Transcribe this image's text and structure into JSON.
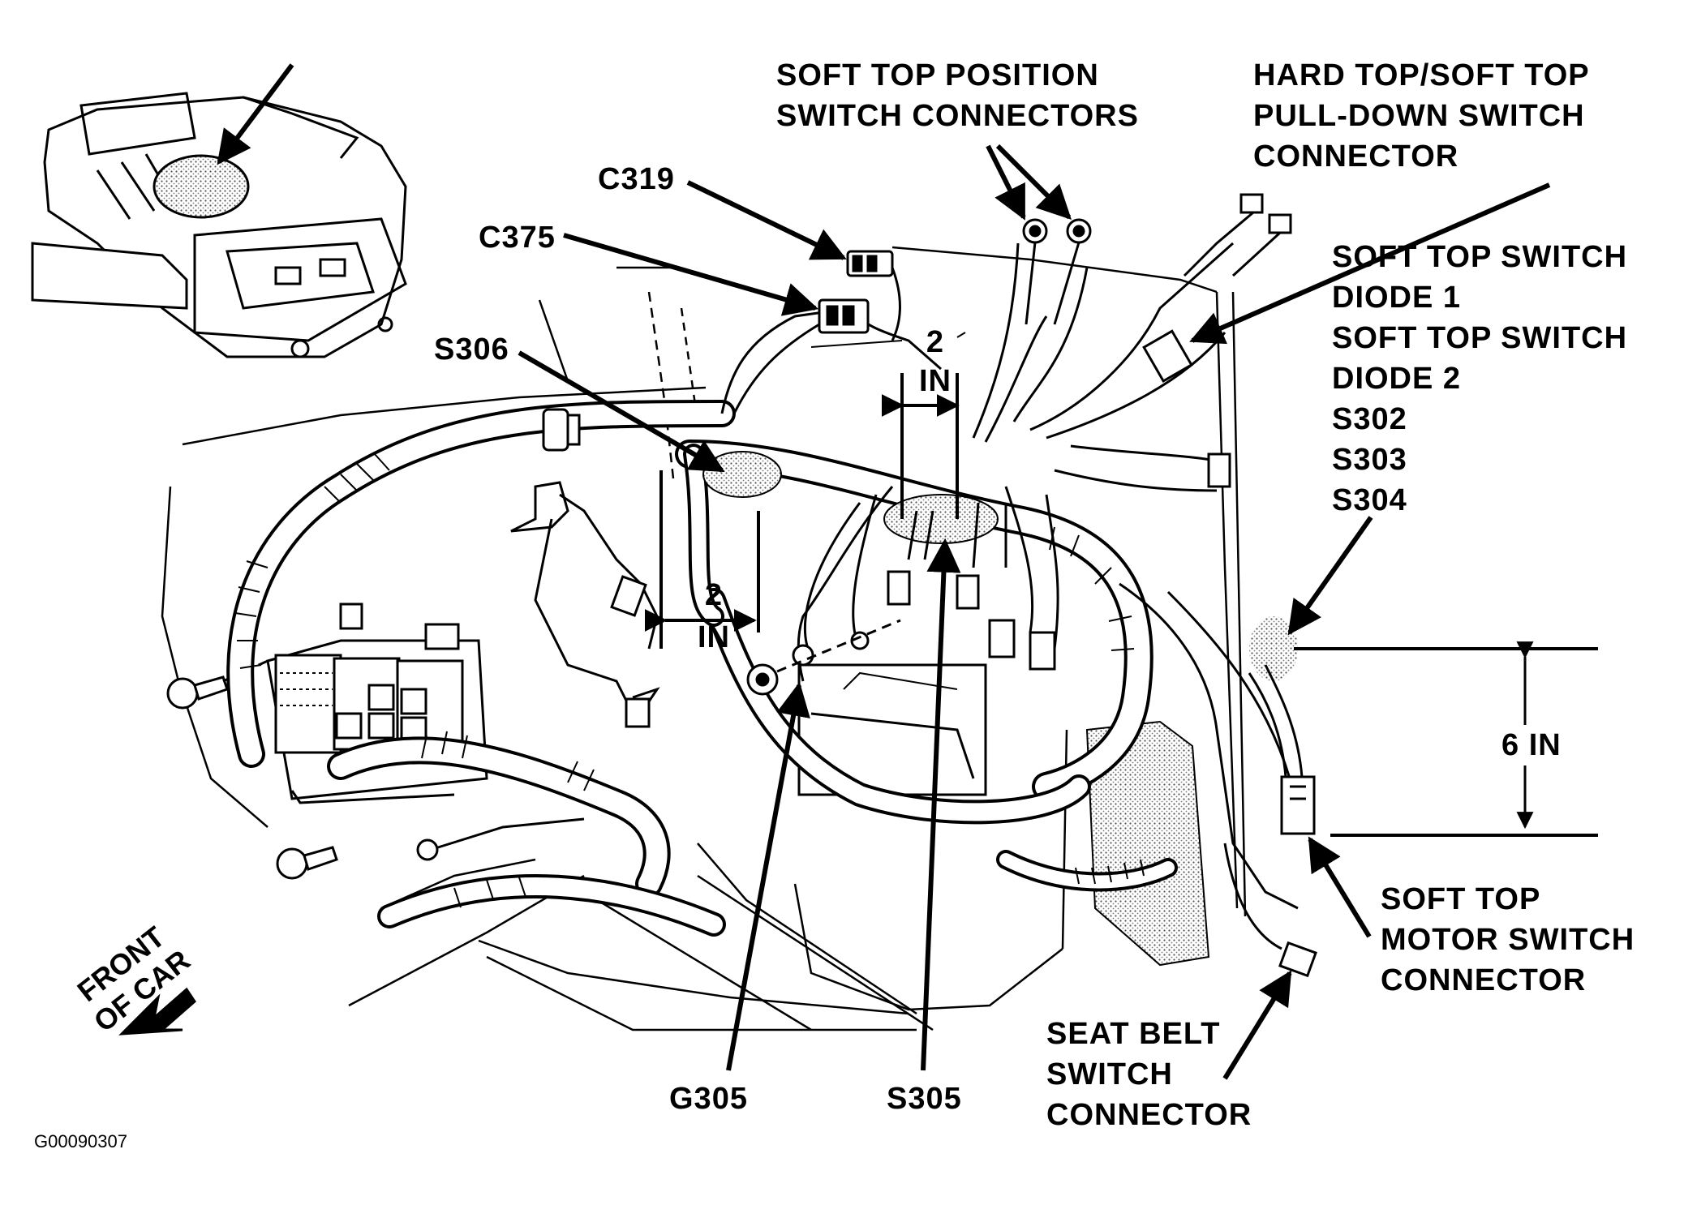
{
  "labels": {
    "soft_top_position": [
      "SOFT TOP POSITION",
      "SWITCH CONNECTORS"
    ],
    "pull_down": [
      "HARD TOP/SOFT TOP",
      "PULL-DOWN SWITCH",
      "CONNECTOR"
    ],
    "c319": "C319",
    "c375": "C375",
    "s306": "S306",
    "diode_group": [
      "SOFT TOP SWITCH",
      "DIODE 1",
      "SOFT TOP SWITCH",
      "DIODE 2",
      "S302",
      "S303",
      "S304"
    ],
    "dim_2in_upper": [
      "2",
      "IN"
    ],
    "dim_2in_lower": [
      "2",
      "IN"
    ],
    "dim_6in": "6  IN",
    "motor_switch": [
      "SOFT TOP",
      "MOTOR SWITCH",
      "CONNECTOR"
    ],
    "seat_belt": [
      "SEAT BELT",
      "SWITCH",
      "CONNECTOR"
    ],
    "g305": "G305",
    "s305": "S305",
    "front_of_car": [
      "FRONT",
      "OF CAR"
    ],
    "figure_code": "G00090307"
  }
}
